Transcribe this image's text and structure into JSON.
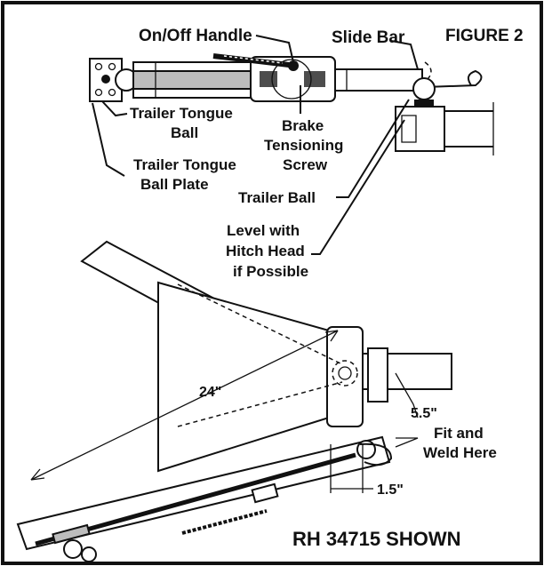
{
  "figure_label": "FIGURE 2",
  "callouts": {
    "on_off_handle": "On/Off Handle",
    "slide_bar": "Slide Bar",
    "trailer_tongue_ball_line1": "Trailer Tongue",
    "trailer_tongue_ball_line2": "Ball",
    "brake_tensioning_line1": "Brake",
    "brake_tensioning_line2": "Tensioning",
    "brake_tensioning_line3": "Screw",
    "ball_plate_line1": "Trailer Tongue",
    "ball_plate_line2": "Ball Plate",
    "trailer_ball": "Trailer Ball",
    "level_line1": "Level with",
    "level_line2": "Hitch Head",
    "level_line3": "if Possible",
    "fit_weld_line1": "Fit and",
    "fit_weld_line2": "Weld Here"
  },
  "dimensions": {
    "length": "24\"",
    "offset_a": "5.5\"",
    "offset_b": "1.5\""
  },
  "model_note": "RH 34715 SHOWN"
}
